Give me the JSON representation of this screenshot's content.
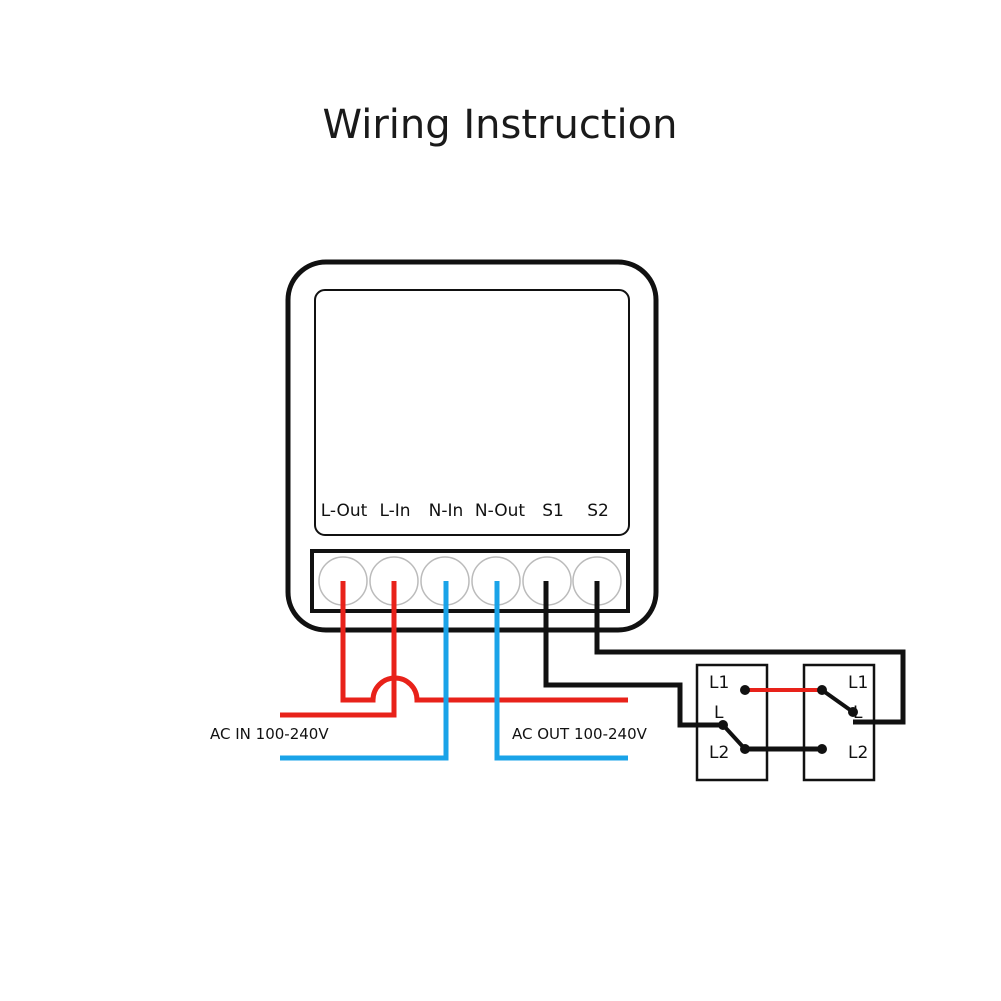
{
  "title": "Wiring Instruction",
  "device": {
    "terminals": [
      "L-Out",
      "L-In",
      "N-In",
      "N-Out",
      "S1",
      "S2"
    ]
  },
  "ac_in_label": "AC IN 100-240V",
  "ac_out_label": "AC  OUT 100-240V",
  "switches": [
    {
      "top": "L1",
      "middle": "L",
      "bottom": "L2"
    },
    {
      "top": "L1",
      "middle": "L",
      "bottom": "L2"
    }
  ],
  "colors": {
    "live": "#e8221a",
    "neutral": "#1aa3e8",
    "signal": "#111111",
    "outline": "#111111"
  }
}
